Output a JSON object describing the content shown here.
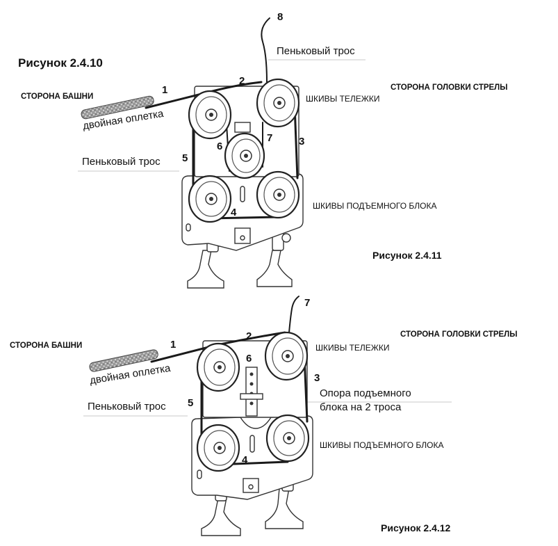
{
  "fig_top": {
    "title": "Рисунок 2.4.10",
    "caption": "Рисунок 2.4.11",
    "tower_side": "СТОРОНА БАШНИ",
    "jib_head_side": "СТОРОНА ГОЛОВКИ СТРЕЛЫ",
    "double_braid": "двойная оплетка",
    "hemp_rope_1": "Пеньковый трос",
    "hemp_rope_2": "Пеньковый трос",
    "trolley_sheaves": "ШКИВЫ ТЕЛЕЖКИ",
    "hook_block_sheaves": "ШКИВЫ ПОДЪЕМНОГО БЛОКА",
    "numbers": [
      "1",
      "2",
      "3",
      "4",
      "5",
      "6",
      "7",
      "8"
    ]
  },
  "fig_bottom": {
    "caption": "Рисунок 2.4.12",
    "tower_side": "СТОРОНА БАШНИ",
    "jib_head_side": "СТОРОНА ГОЛОВКИ СТРЕЛЫ",
    "double_braid": "двойная оплетка",
    "hemp_rope": "Пеньковый трос",
    "trolley_sheaves": "ШКИВЫ ТЕЛЕЖКИ",
    "hook_block_sheaves": "ШКИВЫ ПОДЪЕМНОГО БЛОКА",
    "support_line1": "Опора подъемного",
    "support_line2": "блока на 2 троса",
    "numbers": [
      "1",
      "2",
      "3",
      "4",
      "5",
      "6",
      "7"
    ]
  }
}
